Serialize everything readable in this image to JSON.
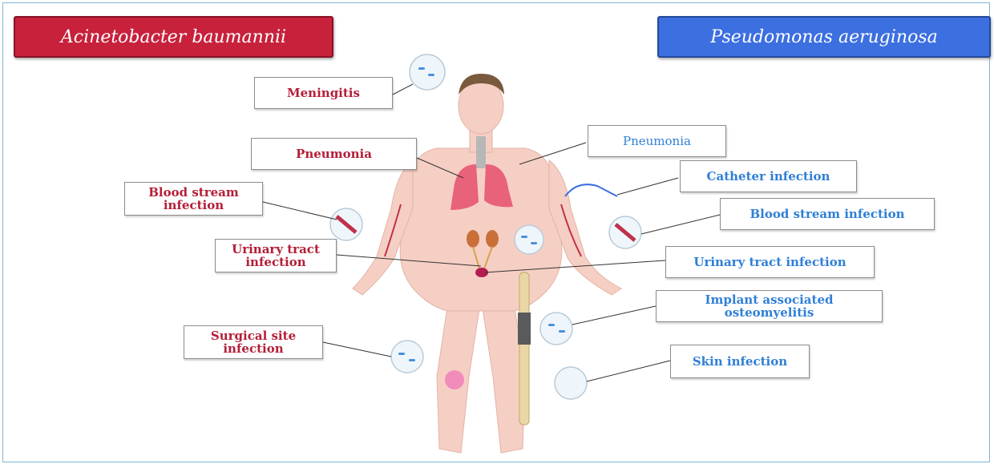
{
  "headers": {
    "acinetobacter": "Acinetobacter baumannii",
    "pseudomonas": "Pseudomonas aeruginosa"
  },
  "acinetobacter_labels": {
    "meningitis": "Meningitis",
    "pneumonia": "Pneumonia",
    "blood_stream_line1": "Blood stream",
    "blood_stream_line2": "infection",
    "urinary_line1": "Urinary tract",
    "urinary_line2": "infection",
    "surgical_line1": "Surgical site",
    "surgical_line2": "infection"
  },
  "pseudomonas_labels": {
    "pneumonia": "Pneumonia",
    "catheter": "Catheter infection",
    "blood_stream": "Blood stream infection",
    "urinary": "Urinary tract infection",
    "implant_line1": "Implant associated",
    "implant_line2": "osteomyelitis",
    "skin": "Skin infection"
  },
  "colors": {
    "acinetobacter": "#c8213c",
    "pseudomonas": "#3c6fe0",
    "skin": "#f6cfc4",
    "lungs": "#e8627a"
  }
}
